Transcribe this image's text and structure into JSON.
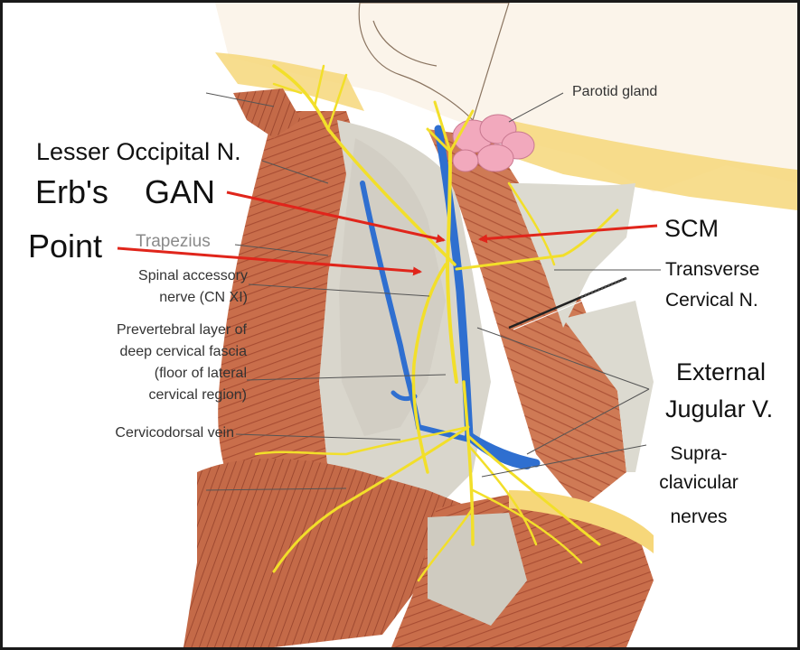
{
  "labels": {
    "parotid_gland": "Parotid gland",
    "lesser_occipital": "Lesser Occipital N.",
    "erbs": "Erb's",
    "point": "Point",
    "gan": "GAN",
    "scm": "SCM",
    "trapezius": "Trapezius",
    "spinal_accessory_1": "Spinal accessory",
    "spinal_accessory_2": "nerve (CN XI)",
    "prevertebral_1": "Prevertebral layer of",
    "prevertebral_2": "deep cervical fascia",
    "prevertebral_3": "(floor of lateral",
    "prevertebral_4": "cervical region)",
    "cervicodorsal_vein": "Cervicodorsal vein",
    "transverse_cervical_1": "Transverse",
    "transverse_cervical_2": "Cervical N.",
    "external_jugular_1": "External",
    "external_jugular_2": "Jugular V.",
    "supraclavicular_1": "Supra-",
    "supraclavicular_2": "clavicular",
    "supraclavicular_3": "nerves"
  },
  "colors": {
    "muscle": "#c86d4a",
    "muscle_stripe": "#a94e33",
    "fascia": "#d9d6cc",
    "nerve": "#f2df2a",
    "vein": "#2f6fd0",
    "parotid": "#f2a9bd",
    "fat": "#f6d77a",
    "arrow": "#e0251b",
    "skin": "#fbf4ea"
  }
}
